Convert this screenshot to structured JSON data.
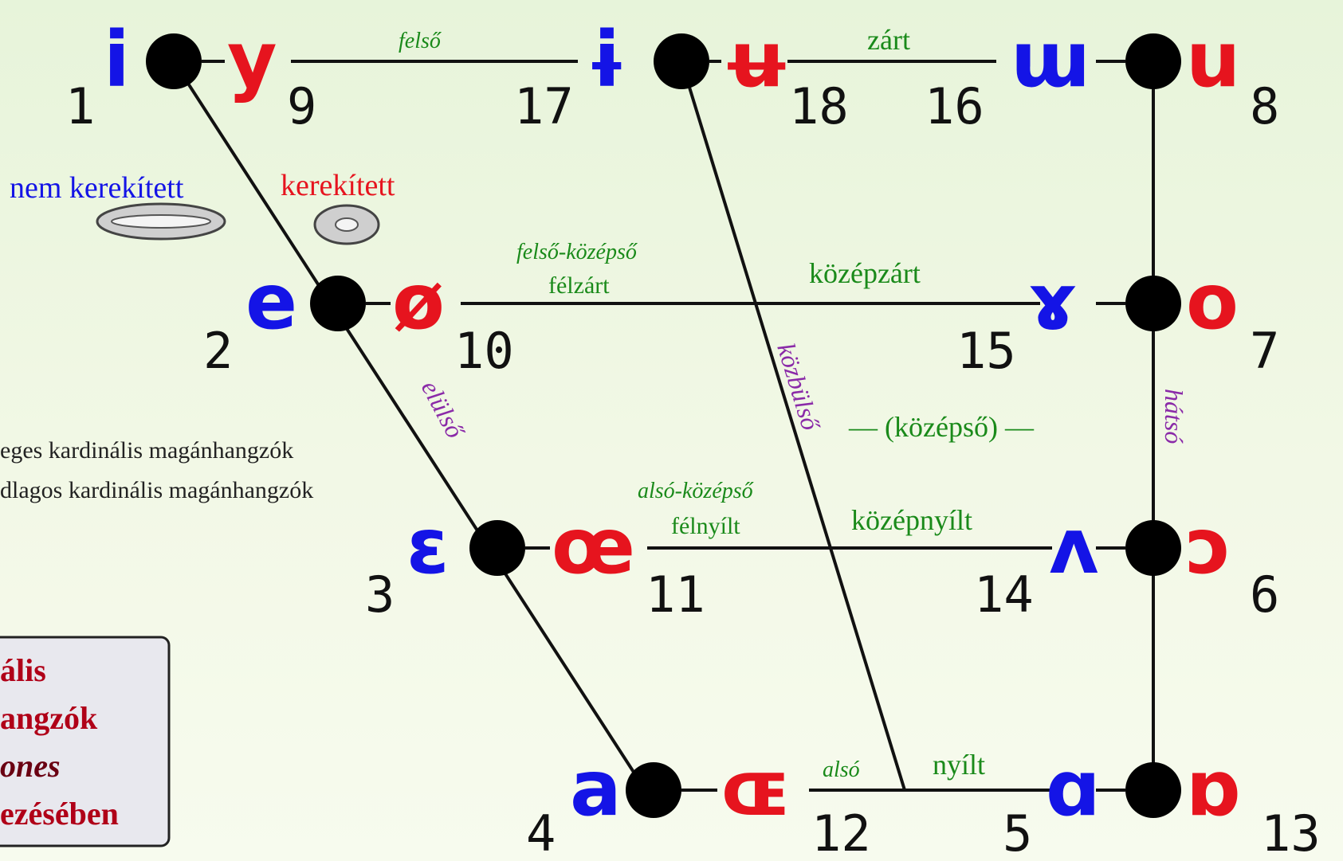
{
  "colors": {
    "unrounded": "#1414e6",
    "rounded": "#e6141e",
    "line": "#111111",
    "dot": "#000000"
  },
  "vowels": {
    "i": {
      "symbol": "i",
      "num": "1"
    },
    "y": {
      "symbol": "y",
      "num": "9"
    },
    "ih": {
      "symbol": "ɨ",
      "num": "17"
    },
    "uh": {
      "symbol": "ʉ",
      "num": "18"
    },
    "w": {
      "symbol": "ɯ",
      "num": "16"
    },
    "u": {
      "symbol": "u",
      "num": "8"
    },
    "e": {
      "symbol": "e",
      "num": "2"
    },
    "oe": {
      "symbol": "ø",
      "num": "10"
    },
    "ga": {
      "symbol": "ɤ",
      "num": "15"
    },
    "o": {
      "symbol": "o",
      "num": "7"
    },
    "eh": {
      "symbol": "ɛ",
      "num": "3"
    },
    "oeh": {
      "symbol": "œ",
      "num": "11"
    },
    "v": {
      "symbol": "ʌ",
      "num": "14"
    },
    "oh": {
      "symbol": "ɔ",
      "num": "6"
    },
    "a": {
      "symbol": "a",
      "num": "4"
    },
    "OE": {
      "symbol": "ɶ",
      "num": "12"
    },
    "al": {
      "symbol": "ɑ",
      "num": "5"
    },
    "ob": {
      "symbol": "ɒ",
      "num": "13"
    }
  },
  "labels": {
    "felso": "felső",
    "zart": "zárt",
    "nem_kerekitett": "nem kerekített",
    "kerekitett": "kerekített",
    "felso_kozepso": "felső-középső",
    "felzart": "félzárt",
    "kozepzart": "középzárt",
    "elulso": "elülső",
    "kozbulso": "közbülső",
    "kozepso": "— (középső) —",
    "hatso": "hátsó",
    "also_kozepso": "alsó-középső",
    "felnyilt": "félnyílt",
    "kozepnyilt": "középnyílt",
    "also": "alsó",
    "nyilt": "nyílt"
  },
  "legend_lines": [
    "eges kardinális magánhangzók",
    "dlagos kardinális magánhangzók"
  ],
  "box_lines": [
    "ális",
    "angzók",
    "ones",
    "ezésében"
  ]
}
